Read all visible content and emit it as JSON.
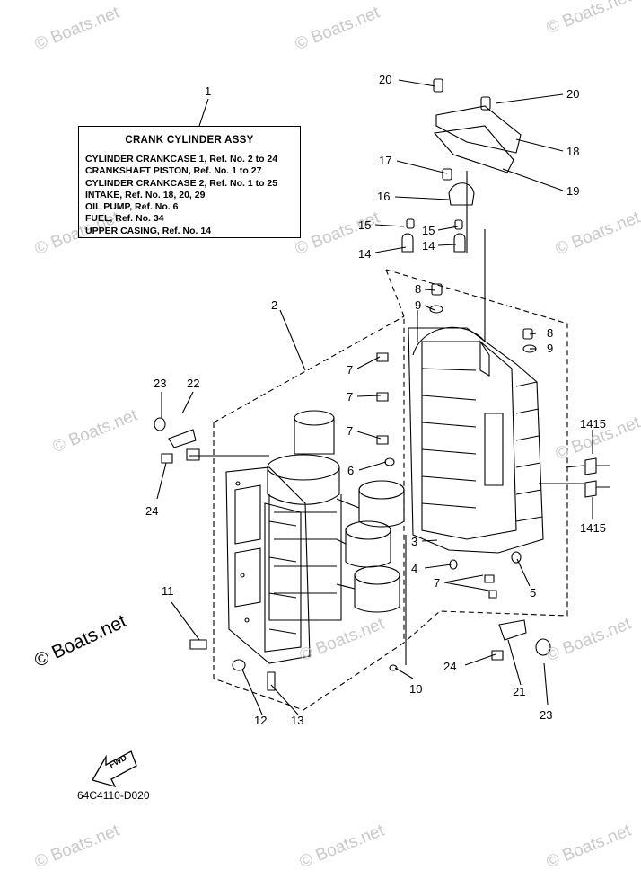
{
  "watermark": "© Boats.net",
  "box": {
    "title": "CRANK CYLINDER ASSY",
    "lines": [
      "CYLINDER CRANKCASE 1,  Ref. No. 2 to 24",
      "CRANKSHAFT PISTON,  Ref. No. 1 to 27",
      "CYLINDER CRANKCASE 2,  Ref. No. 1 to 25",
      "INTAKE,  Ref. No. 18, 20, 29",
      "OIL PUMP,  Ref. No. 6",
      "FUEL,  Ref. No. 34",
      "UPPER CASING,  Ref. No. 14"
    ]
  },
  "fwd_label": "FWD",
  "diagram_code": "64C4110-D020",
  "callouts": {
    "c1": "1",
    "c2": "2",
    "c3": "3",
    "c4": "4",
    "c5": "5",
    "c6": "6",
    "c7a": "7",
    "c7b": "7",
    "c7c": "7",
    "c7d": "7",
    "c8a": "8",
    "c8b": "8",
    "c9a": "9",
    "c9b": "9",
    "c10": "10",
    "c11": "11",
    "c12": "12",
    "c13": "13",
    "c14a": "14",
    "c14b": "14",
    "c15a": "15",
    "c15b": "15",
    "c16": "16",
    "c17": "17",
    "c18": "18",
    "c19": "19",
    "c20a": "20",
    "c20b": "20",
    "c21": "21",
    "c22": "22",
    "c23a": "23",
    "c23b": "23",
    "c24a": "24",
    "c24b": "24",
    "c1415a": "1415",
    "c1415b": "1415"
  }
}
